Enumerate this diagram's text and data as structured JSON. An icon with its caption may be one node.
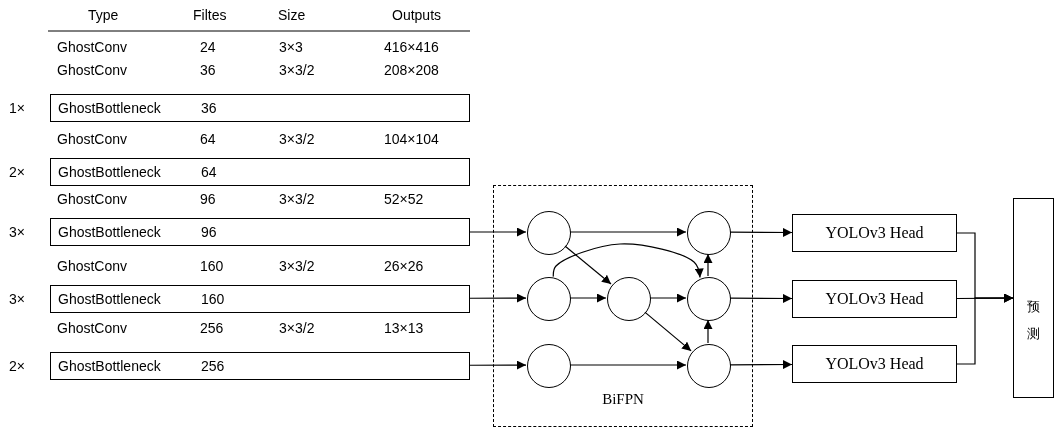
{
  "diagram": {
    "nodes": [
      {
        "text": [
          "GhostBottleneck",
          "36"
        ],
        "beside": [
          "1×"
        ]
      },
      {
        "text": [
          "GhostBottleneck",
          "64"
        ],
        "beside": [
          "2×"
        ]
      },
      {
        "text": [
          "GhostBottleneck",
          "96"
        ],
        "beside": [
          "3×"
        ]
      },
      {
        "text": [
          "GhostBottleneck",
          "160"
        ],
        "beside": [
          "3×"
        ]
      },
      {
        "text": [
          "GhostBottleneck",
          "256"
        ],
        "beside": [
          "2×"
        ]
      },
      {
        "text": [
          "BiFPN"
        ]
      },
      {
        "text": [],
        "shape": "circle",
        "in": 5
      },
      {
        "text": [],
        "shape": "circle",
        "in": 5
      },
      {
        "text": [],
        "shape": "circle",
        "in": 5
      },
      {
        "text": [],
        "shape": "circle",
        "in": 5
      },
      {
        "text": [],
        "shape": "circle",
        "in": 5
      },
      {
        "text": [],
        "shape": "circle",
        "in": 5
      },
      {
        "text": [],
        "shape": "circle",
        "in": 5
      },
      {
        "text": [
          "YOLOv3 Head"
        ]
      },
      {
        "text": [
          "YOLOv3 Head"
        ]
      },
      {
        "text": [
          "YOLOv3 Head"
        ]
      },
      {
        "text": [
          "预测"
        ]
      }
    ],
    "edges": [
      {
        "from": 2,
        "to": 6,
        "arrow": "to"
      },
      {
        "from": 3,
        "to": 7,
        "arrow": "to"
      },
      {
        "from": 4,
        "to": 8,
        "arrow": "to"
      },
      {
        "from": 6,
        "to": 10,
        "arrow": "to"
      },
      {
        "from": 6,
        "to": 9,
        "arrow": "to"
      },
      {
        "from": 7,
        "to": 9,
        "arrow": "to"
      },
      {
        "from": 7,
        "to": 11,
        "arrow": "to"
      },
      {
        "from": 9,
        "to": 11,
        "arrow": "to"
      },
      {
        "from": 9,
        "to": 12,
        "arrow": "to"
      },
      {
        "from": 8,
        "to": 12,
        "arrow": "to"
      },
      {
        "from": 12,
        "to": 11,
        "arrow": "to"
      },
      {
        "from": 11,
        "to": 10,
        "arrow": "to"
      },
      {
        "from": 10,
        "to": 13,
        "arrow": "to"
      },
      {
        "from": 11,
        "to": 14,
        "arrow": "to"
      },
      {
        "from": 12,
        "to": 15,
        "arrow": "to"
      },
      {
        "from": 13,
        "to": 16,
        "arrow": "to"
      },
      {
        "from": 14,
        "to": 16,
        "arrow": "to"
      },
      {
        "from": 15,
        "to": 16,
        "arrow": "to"
      }
    ],
    "labels": [
      "Type",
      "Filtes",
      "Size",
      "Outputs",
      "GhostConv",
      "24",
      "3×3",
      "416×416",
      "GhostConv",
      "36",
      "3×3/2",
      "208×208",
      "GhostConv",
      "64",
      "3×3/2",
      "104×104",
      "GhostConv",
      "96",
      "3×3/2",
      "52×52",
      "GhostConv",
      "160",
      "3×3/2",
      "26×26",
      "GhostConv",
      "256",
      "3×3/2",
      "13×13"
    ]
  }
}
